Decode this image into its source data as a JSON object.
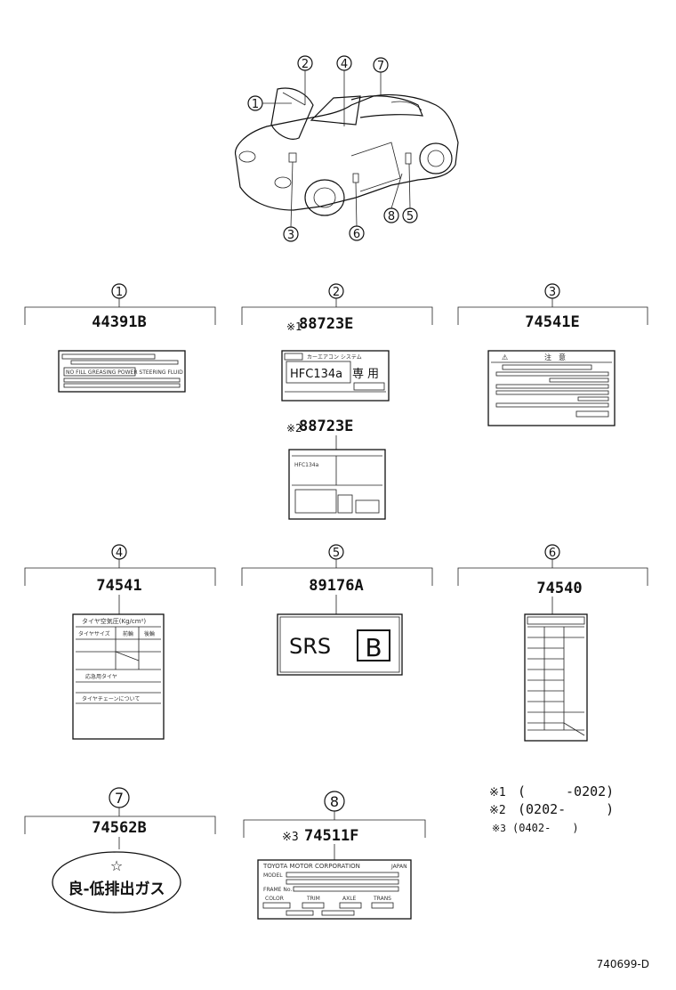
{
  "callouts": [
    "1",
    "2",
    "3",
    "4",
    "5",
    "6",
    "7",
    "8"
  ],
  "parts": [
    {
      "num": "1",
      "part_no": "44391B"
    },
    {
      "num": "2",
      "part_no": "88723E",
      "mark": "※1"
    },
    {
      "num": "2",
      "part_no": "88723E",
      "mark": "※2"
    },
    {
      "num": "3",
      "part_no": "74541E"
    },
    {
      "num": "4",
      "part_no": "74541"
    },
    {
      "num": "5",
      "part_no": "89176A"
    },
    {
      "num": "6",
      "part_no": "74540"
    },
    {
      "num": "7",
      "part_no": "74562B"
    },
    {
      "num": "8",
      "part_no": "74511F",
      "mark": "※3"
    }
  ],
  "labels": {
    "srs_text": "SRS",
    "srs_letter": "B",
    "hfc_text": "HFC134a",
    "hfc_kanji": "専用",
    "hfc_small": "HFC134a",
    "emission_text": "良-低排出ガス",
    "star": "☆",
    "tire_header": "タイヤ空気圧(Kg/cm²)",
    "tire_size": "タイヤサイズ",
    "tire_front": "前輪",
    "tire_rear": "後輪",
    "tire_spare": "応急用タイヤ",
    "tire_chain": "タイヤチェーンについて",
    "caution_mark": "⚠",
    "caution_head": "注　意",
    "toyota_line": "TOYOTA MOTOR CORPORATION",
    "japan": "JAPAN",
    "model": "MODEL",
    "color": "COLOR",
    "trim": "TRIM",
    "axle": "AXLE",
    "trans": "TRANS",
    "frame": "FRAME No."
  },
  "notes": [
    {
      "mark": "※1",
      "text": "(　　　-0202)"
    },
    {
      "mark": "※2",
      "text": "(0202-　　　)"
    },
    {
      "mark": "※3",
      "text": "(0402-　　)"
    }
  ],
  "figure_code": "740699-D"
}
